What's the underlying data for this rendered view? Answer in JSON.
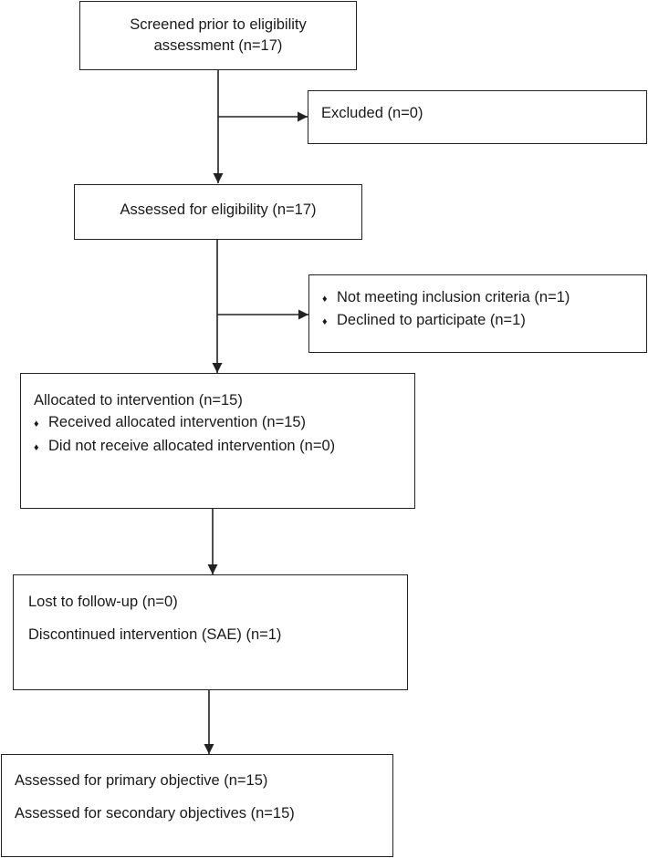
{
  "diagram": {
    "screened": [
      "Screened prior to eligibility",
      "assessment (n=17)"
    ],
    "excluded": "Excluded (n=0)",
    "assessed": "Assessed for eligibility (n=17)",
    "not_eligible": [
      "Not meeting inclusion criteria (n=1)",
      "Declined to participate (n=1)"
    ],
    "allocated": {
      "title": "Allocated to intervention (n=15)",
      "items": [
        "Received allocated intervention (n=15)",
        "Did not receive allocated intervention (n=0)"
      ]
    },
    "followup": [
      "Lost to follow-up (n=0)",
      "Discontinued intervention (SAE) (n=1)"
    ],
    "analysis": [
      "Assessed for primary objective (n=15)",
      "Assessed for secondary objectives (n=15)"
    ],
    "bullet_symbol": "♦"
  }
}
